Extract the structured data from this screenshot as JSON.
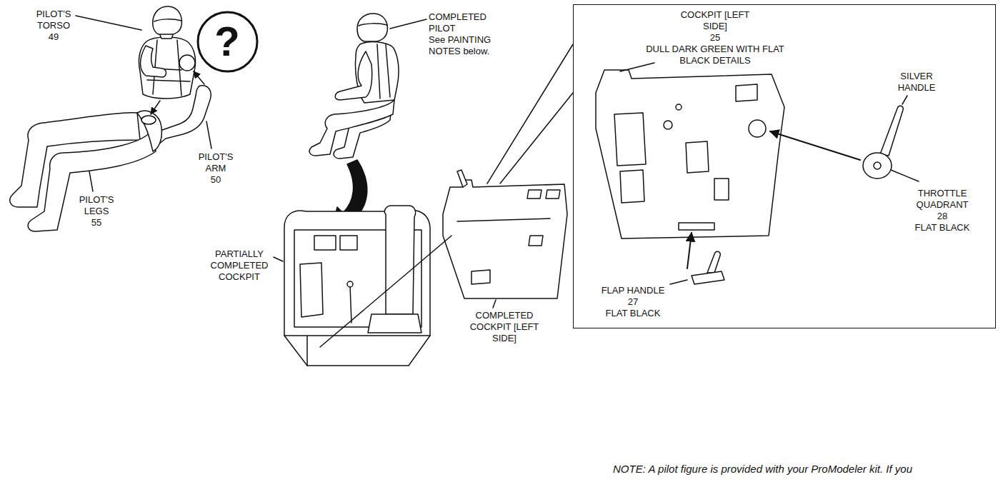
{
  "diagram": {
    "nodes": [
      {
        "text": [
          "?"
        ]
      },
      {
        "text": [
          "COCKPIT [LEFT SIDE]",
          "25",
          "DULL DARK GREEN WITH FLAT BLACK DETAILS",
          "SILVER HANDLE",
          "THROTTLE QUADRANT",
          "28",
          "FLAT BLACK",
          "FLAP HANDLE",
          "27",
          "FLAT BLACK"
        ]
      }
    ],
    "labels": [
      "PILOT'S TORSO",
      "49",
      "PILOT'S ARM",
      "50",
      "PILOT'S LEGS",
      "55",
      "COMPLETED PILOT",
      "See PAINTING NOTES below.",
      "PARTIALLY COMPLETED COCKPIT",
      "COMPLETED COCKPIT [LEFT SIDE]",
      "NOTE: A pilot figure is provided with your ProModeler kit. If you"
    ]
  }
}
